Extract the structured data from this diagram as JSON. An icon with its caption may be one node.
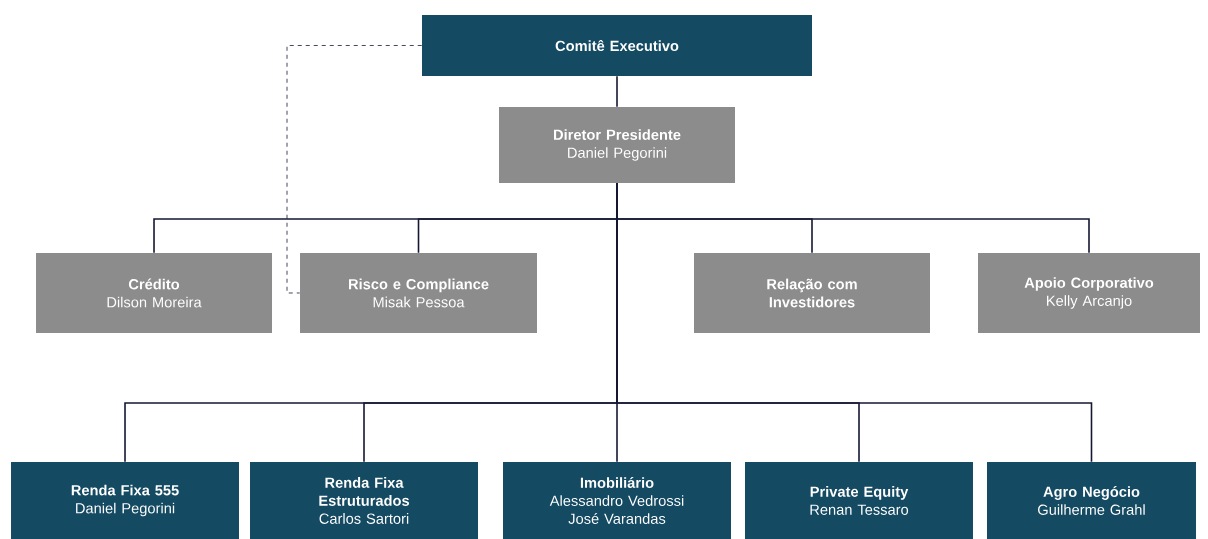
{
  "diagram": {
    "nodes": [
      {
        "text": [
          "Comitê Executivo"
        ]
      },
      {
        "text": [
          "Diretor Presidente",
          "Daniel Pegorini"
        ]
      },
      {
        "text": [
          "Crédito",
          "Dilson Moreira"
        ]
      },
      {
        "text": [
          "Risco e Compliance",
          "Misak Pessoa"
        ]
      },
      {
        "text": [
          "Relação com Investidores"
        ]
      },
      {
        "text": [
          "Apoio Corporativo",
          "Kelly Arcanjo"
        ]
      },
      {
        "text": [
          "Renda Fixa 555",
          "Daniel Pegorini"
        ]
      },
      {
        "text": [
          "Renda Fixa Estruturados",
          "Carlos Sartori"
        ]
      },
      {
        "text": [
          "Imobiliário",
          "Alessandro Vedrossi",
          "José Varandas"
        ]
      },
      {
        "text": [
          "Private Equity",
          "Renan Tessaro"
        ]
      },
      {
        "text": [
          "Agro Negócio",
          "Guilherme Grahl"
        ]
      }
    ],
    "edges": [
      {
        "from": 0,
        "to": 1,
        "arrow": "none"
      },
      {
        "from": 1,
        "to": 2,
        "arrow": "none"
      },
      {
        "from": 1,
        "to": 3,
        "arrow": "none"
      },
      {
        "from": 1,
        "to": 4,
        "arrow": "none"
      },
      {
        "from": 1,
        "to": 5,
        "arrow": "none"
      },
      {
        "from": 1,
        "to": 6,
        "arrow": "none"
      },
      {
        "from": 1,
        "to": 7,
        "arrow": "none"
      },
      {
        "from": 1,
        "to": 8,
        "arrow": "none"
      },
      {
        "from": 1,
        "to": 9,
        "arrow": "none"
      },
      {
        "from": 1,
        "to": 10,
        "arrow": "none"
      },
      {
        "from": 0,
        "to": 3,
        "arrow": "none",
        "style": "dashed"
      }
    ]
  }
}
